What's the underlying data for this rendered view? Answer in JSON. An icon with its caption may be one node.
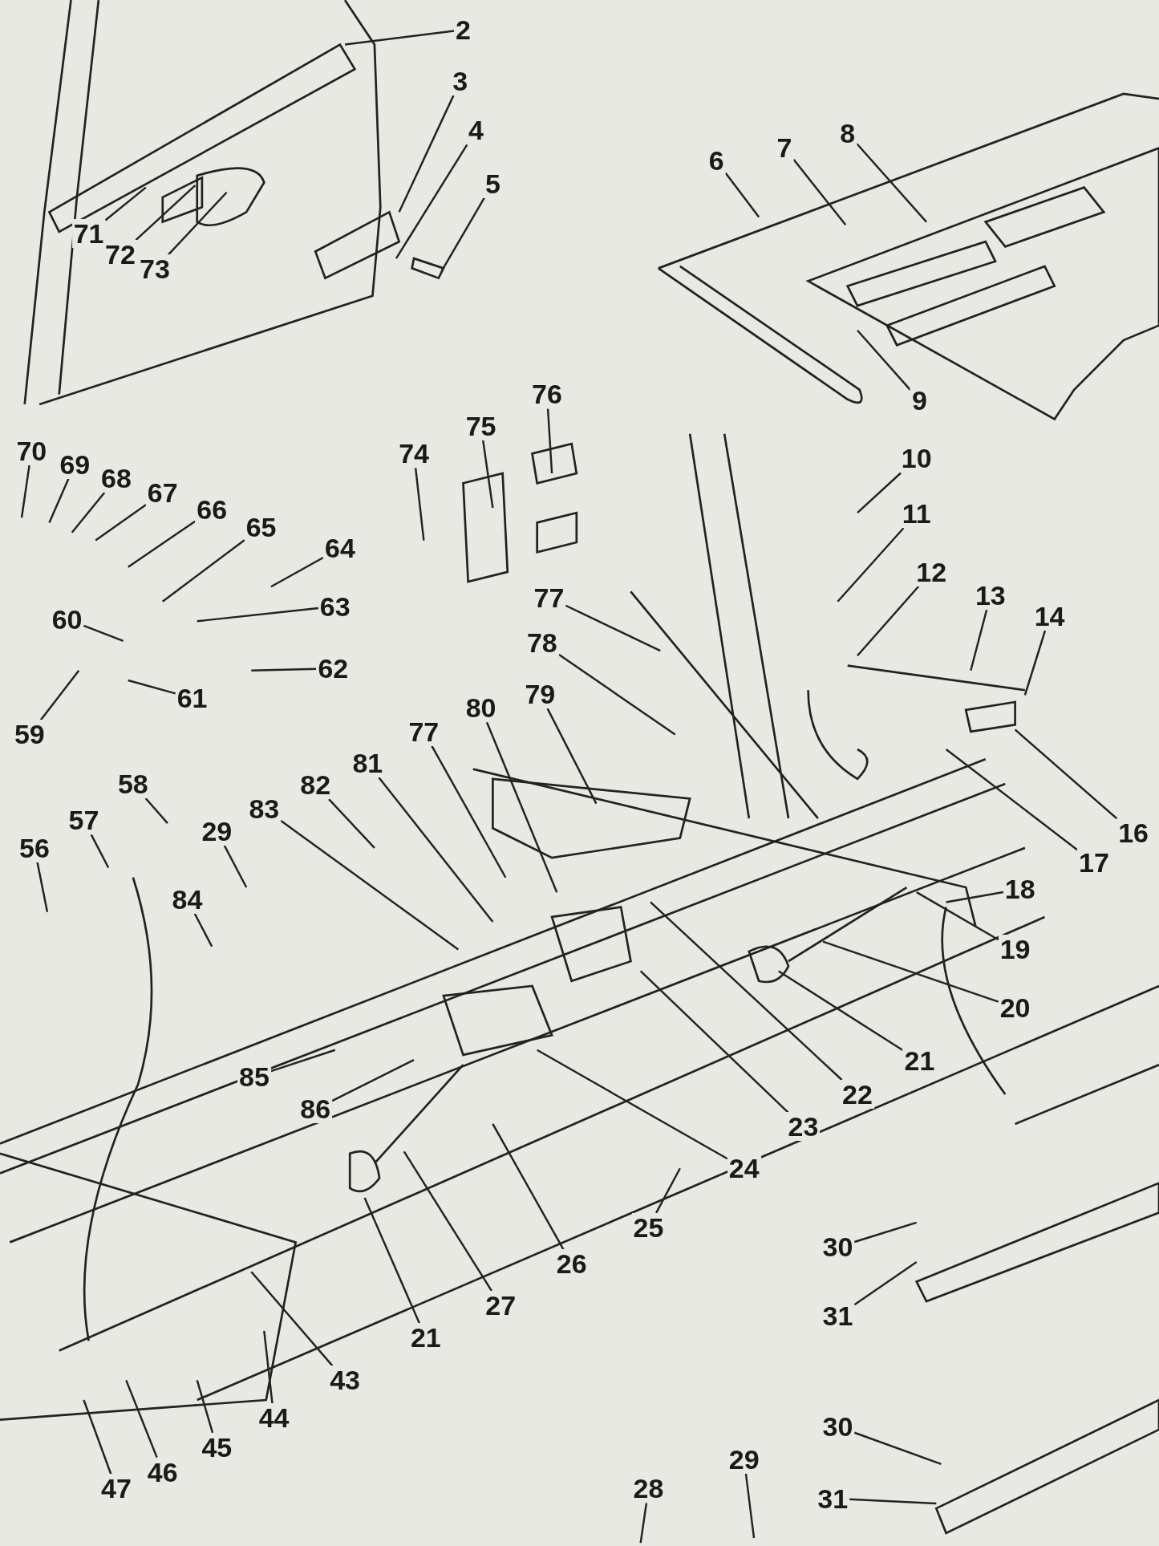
{
  "diagram": {
    "nodes": [
      {
        "text": [
          "2"
        ]
      },
      {
        "text": [
          "3"
        ]
      },
      {
        "text": [
          "4"
        ]
      },
      {
        "text": [
          "5"
        ]
      },
      {
        "text": [
          "71"
        ]
      },
      {
        "text": [
          "72"
        ]
      },
      {
        "text": [
          "73"
        ]
      },
      {
        "text": [
          "6"
        ]
      },
      {
        "text": [
          "7"
        ]
      },
      {
        "text": [
          "8"
        ]
      },
      {
        "text": [
          "9"
        ]
      },
      {
        "text": [
          "70"
        ]
      },
      {
        "text": [
          "69"
        ]
      },
      {
        "text": [
          "68"
        ]
      },
      {
        "text": [
          "67"
        ]
      },
      {
        "text": [
          "66"
        ]
      },
      {
        "text": [
          "65"
        ]
      },
      {
        "text": [
          "64"
        ]
      },
      {
        "text": [
          "63"
        ]
      },
      {
        "text": [
          "62"
        ]
      },
      {
        "text": [
          "60"
        ]
      },
      {
        "text": [
          "61"
        ]
      },
      {
        "text": [
          "59"
        ]
      },
      {
        "text": [
          "74"
        ]
      },
      {
        "text": [
          "75"
        ]
      },
      {
        "text": [
          "76"
        ]
      },
      {
        "text": [
          "10"
        ]
      },
      {
        "text": [
          "11"
        ]
      },
      {
        "text": [
          "12"
        ]
      },
      {
        "text": [
          "13"
        ]
      },
      {
        "text": [
          "14"
        ]
      },
      {
        "text": [
          "77"
        ]
      },
      {
        "text": [
          "78"
        ]
      },
      {
        "text": [
          "80"
        ]
      },
      {
        "text": [
          "79"
        ]
      },
      {
        "text": [
          "16"
        ]
      },
      {
        "text": [
          "17"
        ]
      },
      {
        "text": [
          "58"
        ]
      },
      {
        "text": [
          "57"
        ]
      },
      {
        "text": [
          "56"
        ]
      },
      {
        "text": [
          "29"
        ]
      },
      {
        "text": [
          "83"
        ]
      },
      {
        "text": [
          "82"
        ]
      },
      {
        "text": [
          "81"
        ]
      },
      {
        "text": [
          "77"
        ]
      },
      {
        "text": [
          "84"
        ]
      },
      {
        "text": [
          "18"
        ]
      },
      {
        "text": [
          "19"
        ]
      },
      {
        "text": [
          "20"
        ]
      },
      {
        "text": [
          "21"
        ]
      },
      {
        "text": [
          "22"
        ]
      },
      {
        "text": [
          "23"
        ]
      },
      {
        "text": [
          "24"
        ]
      },
      {
        "text": [
          "85"
        ]
      },
      {
        "text": [
          "86"
        ]
      },
      {
        "text": [
          "25"
        ]
      },
      {
        "text": [
          "26"
        ]
      },
      {
        "text": [
          "27"
        ]
      },
      {
        "text": [
          "21"
        ]
      },
      {
        "text": [
          "43"
        ]
      },
      {
        "text": [
          "44"
        ]
      },
      {
        "text": [
          "45"
        ]
      },
      {
        "text": [
          "46"
        ]
      },
      {
        "text": [
          "47"
        ]
      },
      {
        "text": [
          "30"
        ]
      },
      {
        "text": [
          "31"
        ]
      },
      {
        "text": [
          "30"
        ]
      },
      {
        "text": [
          "31"
        ]
      },
      {
        "text": [
          "29"
        ]
      },
      {
        "text": [
          "28"
        ]
      }
    ],
    "edges": [
      {
        "from": 0,
        "to": null,
        "arrow": "none"
      },
      {
        "from": 1,
        "to": null,
        "arrow": "none"
      },
      {
        "from": 2,
        "to": null,
        "arrow": "none"
      },
      {
        "from": 3,
        "to": null,
        "arrow": "none"
      },
      {
        "from": 4,
        "to": null,
        "arrow": "none"
      },
      {
        "from": 5,
        "to": null,
        "arrow": "none"
      },
      {
        "from": 6,
        "to": null,
        "arrow": "none"
      },
      {
        "from": 7,
        "to": null,
        "arrow": "none"
      },
      {
        "from": 8,
        "to": null,
        "arrow": "none"
      },
      {
        "from": 9,
        "to": null,
        "arrow": "none"
      },
      {
        "from": 10,
        "to": null,
        "arrow": "none"
      },
      {
        "from": 11,
        "to": null,
        "arrow": "none"
      },
      {
        "from": 12,
        "to": null,
        "arrow": "none"
      },
      {
        "from": 13,
        "to": null,
        "arrow": "none"
      },
      {
        "from": 14,
        "to": null,
        "arrow": "none"
      },
      {
        "from": 15,
        "to": null,
        "arrow": "none"
      },
      {
        "from": 16,
        "to": null,
        "arrow": "none"
      },
      {
        "from": 17,
        "to": null,
        "arrow": "none"
      },
      {
        "from": 18,
        "to": null,
        "arrow": "none"
      },
      {
        "from": 19,
        "to": null,
        "arrow": "none"
      },
      {
        "from": 20,
        "to": null,
        "arrow": "none"
      },
      {
        "from": 21,
        "to": null,
        "arrow": "none"
      },
      {
        "from": 22,
        "to": null,
        "arrow": "none"
      },
      {
        "from": 23,
        "to": null,
        "arrow": "none"
      },
      {
        "from": 24,
        "to": null,
        "arrow": "none"
      },
      {
        "from": 25,
        "to": null,
        "arrow": "none"
      },
      {
        "from": 26,
        "to": null,
        "arrow": "none"
      },
      {
        "from": 27,
        "to": null,
        "arrow": "none"
      },
      {
        "from": 28,
        "to": null,
        "arrow": "none"
      },
      {
        "from": 29,
        "to": null,
        "arrow": "none"
      },
      {
        "from": 30,
        "to": null,
        "arrow": "none"
      },
      {
        "from": 31,
        "to": null,
        "arrow": "none"
      },
      {
        "from": 32,
        "to": null,
        "arrow": "none"
      },
      {
        "from": 33,
        "to": null,
        "arrow": "none"
      },
      {
        "from": 34,
        "to": null,
        "arrow": "none"
      },
      {
        "from": 35,
        "to": null,
        "arrow": "none"
      },
      {
        "from": 36,
        "to": null,
        "arrow": "none"
      },
      {
        "from": 37,
        "to": null,
        "arrow": "none"
      },
      {
        "from": 38,
        "to": null,
        "arrow": "none"
      },
      {
        "from": 39,
        "to": null,
        "arrow": "none"
      },
      {
        "from": 40,
        "to": null,
        "arrow": "none"
      },
      {
        "from": 41,
        "to": null,
        "arrow": "none"
      },
      {
        "from": 42,
        "to": null,
        "arrow": "none"
      },
      {
        "from": 43,
        "to": null,
        "arrow": "none"
      },
      {
        "from": 44,
        "to": null,
        "arrow": "none"
      },
      {
        "from": 45,
        "to": null,
        "arrow": "none"
      },
      {
        "from": 46,
        "to": null,
        "arrow": "none"
      },
      {
        "from": 47,
        "to": null,
        "arrow": "none"
      },
      {
        "from": 48,
        "to": null,
        "arrow": "none"
      },
      {
        "from": 49,
        "to": null,
        "arrow": "none"
      },
      {
        "from": 50,
        "to": null,
        "arrow": "none"
      },
      {
        "from": 51,
        "to": null,
        "arrow": "none"
      },
      {
        "from": 52,
        "to": null,
        "arrow": "none"
      },
      {
        "from": 53,
        "to": null,
        "arrow": "none"
      },
      {
        "from": 54,
        "to": null,
        "arrow": "none"
      },
      {
        "from": 55,
        "to": null,
        "arrow": "none"
      },
      {
        "from": 56,
        "to": null,
        "arrow": "none"
      },
      {
        "from": 57,
        "to": null,
        "arrow": "none"
      },
      {
        "from": 58,
        "to": null,
        "arrow": "none"
      },
      {
        "from": 59,
        "to": null,
        "arrow": "none"
      },
      {
        "from": 60,
        "to": null,
        "arrow": "none"
      },
      {
        "from": 61,
        "to": null,
        "arrow": "none"
      },
      {
        "from": 62,
        "to": null,
        "arrow": "none"
      },
      {
        "from": 63,
        "to": null,
        "arrow": "none"
      },
      {
        "from": 64,
        "to": null,
        "arrow": "none"
      },
      {
        "from": 65,
        "to": null,
        "arrow": "none"
      },
      {
        "from": 66,
        "to": null,
        "arrow": "none"
      },
      {
        "from": 67,
        "to": null,
        "arrow": "none"
      },
      {
        "from": 68,
        "to": null,
        "arrow": "none"
      },
      {
        "from": 69,
        "to": null,
        "arrow": "none"
      }
    ]
  }
}
